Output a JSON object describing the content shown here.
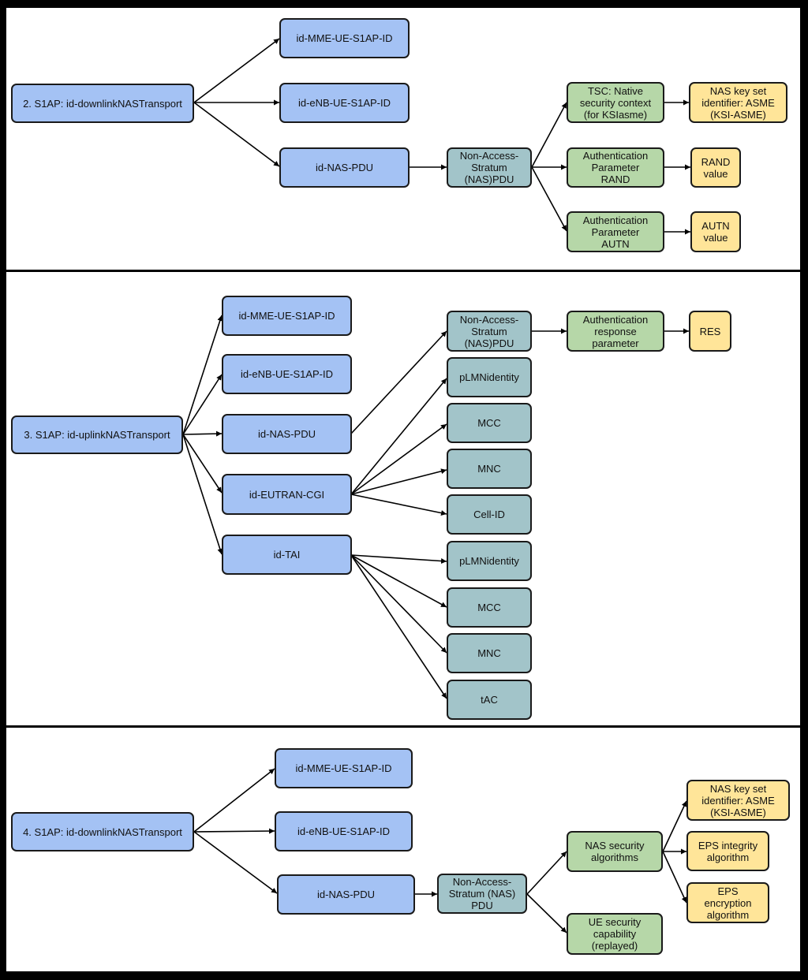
{
  "panels": [
    {
      "root": "2. S1AP: id-downlinkNASTransport",
      "ies": [
        "id-MME-UE-S1AP-ID",
        "id-eNB-UE-S1AP-ID",
        "id-NAS-PDU"
      ],
      "nas_pdu": "Non-Access-\nStratum\n(NAS)PDU",
      "params": [
        "TSC: Native\nsecurity context\n(for KSIasme)",
        "Authentication\nParameter\nRAND",
        "Authentication\nParameter\nAUTN"
      ],
      "values": [
        "NAS key set\nidentifier: ASME\n(KSI-ASME)",
        "RAND\nvalue",
        "AUTN\nvalue"
      ]
    },
    {
      "root": "3. S1AP: id-uplinkNASTransport",
      "ies": [
        "id-MME-UE-S1AP-ID",
        "id-eNB-UE-S1AP-ID",
        "id-NAS-PDU",
        "id-EUTRAN-CGI",
        "id-TAI"
      ],
      "nas_pdu": "Non-Access-\nStratum\n(NAS)PDU",
      "auth_response": "Authentication\nresponse\nparameter",
      "res": "RES",
      "cgi_fields": [
        "pLMNidentity",
        "MCC",
        "MNC",
        "Cell-ID"
      ],
      "tai_fields": [
        "pLMNidentity",
        "MCC",
        "MNC",
        "tAC"
      ]
    },
    {
      "root": "4. S1AP: id-downlinkNASTransport",
      "ies": [
        "id-MME-UE-S1AP-ID",
        "id-eNB-UE-S1AP-ID",
        "id-NAS-PDU"
      ],
      "nas_pdu": "Non-Access-\nStratum (NAS)\nPDU",
      "sec_algs": "NAS security\nalgorithms",
      "ue_cap": "UE security\ncapability\n(replayed)",
      "values": [
        "NAS key set\nidentifier: ASME\n(KSI-ASME)",
        "EPS integrity\nalgorithm",
        "EPS\nencryption\nalgorithm"
      ]
    }
  ]
}
